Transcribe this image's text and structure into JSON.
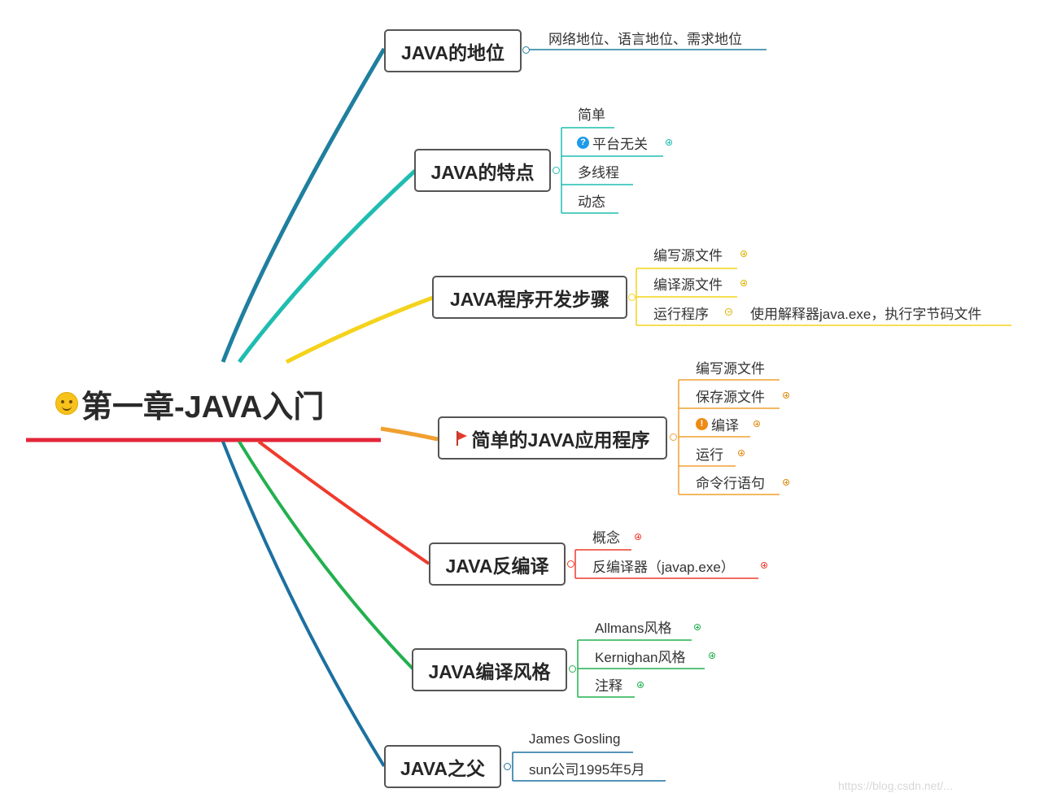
{
  "central": {
    "title": "第一章-JAVA入门"
  },
  "topics": {
    "status": {
      "label": "JAVA的地位",
      "children": [
        "网络地位、语言地位、需求地位"
      ]
    },
    "features": {
      "label": "JAVA的特点",
      "children": [
        "简单",
        "平台无关",
        "多线程",
        "动态"
      ]
    },
    "dev_steps": {
      "label": "JAVA程序开发步骤",
      "children": [
        "编写源文件",
        "编译源文件",
        "运行程序"
      ],
      "run_detail": "使用解释器java.exe，执行字节码文件"
    },
    "simple_app": {
      "label": "简单的JAVA应用程序",
      "children": [
        "编写源文件",
        "保存源文件",
        "编译",
        "运行",
        "命令行语句"
      ]
    },
    "decompile": {
      "label": "JAVA反编译",
      "children": [
        "概念",
        "反编译器（javap.exe）"
      ]
    },
    "style": {
      "label": "JAVA编译风格",
      "children": [
        "Allmans风格",
        "Kernighan风格",
        "注释"
      ]
    },
    "father": {
      "label": "JAVA之父",
      "children": [
        "James Gosling",
        "sun公司1995年5月"
      ]
    }
  },
  "colors": {
    "status": "#1f7f9e",
    "features": "#1fbdb0",
    "dev_steps": "#f4d31c",
    "simple_app": "#f0a030",
    "decompile": "#ef3b2c",
    "style": "#22b04e",
    "father": "#1c70a0",
    "central_line": "#e3263a"
  },
  "icons": {
    "central": "smiley-icon",
    "features_platform": "question-icon",
    "simple_app_topic": "flag-icon",
    "simple_app_compile": "warning-icon"
  },
  "watermark": "https://blog.csdn.net/..."
}
